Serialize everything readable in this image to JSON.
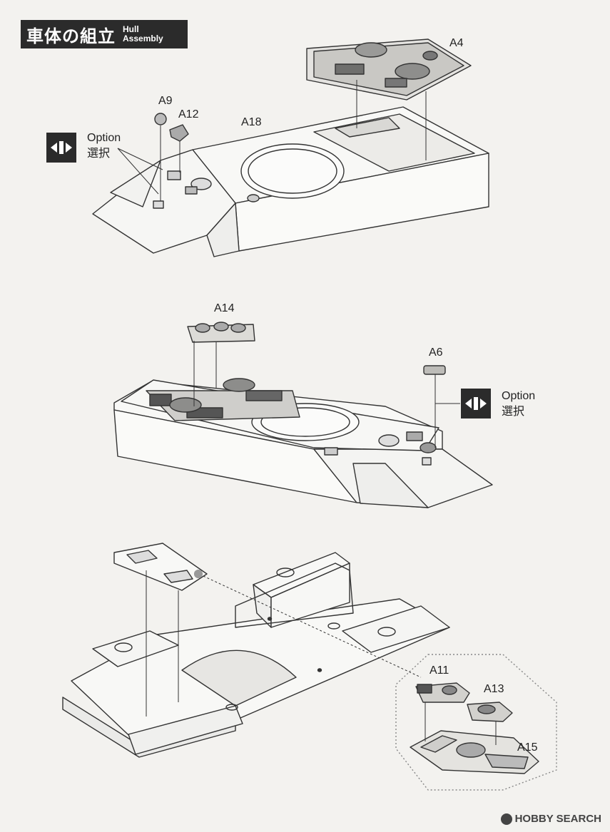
{
  "header": {
    "title_jp": "車体の組立",
    "title_en_line1": "Hull",
    "title_en_line2": "Assembly"
  },
  "parts": {
    "a4": "A4",
    "a9": "A9",
    "a12": "A12",
    "a18": "A18",
    "a14": "A14",
    "a6": "A6",
    "a11": "A11",
    "a13": "A13",
    "a15": "A15"
  },
  "option": {
    "label_en": "Option",
    "label_jp": "選択"
  },
  "watermark": {
    "text": "HOBBY SEARCH"
  }
}
